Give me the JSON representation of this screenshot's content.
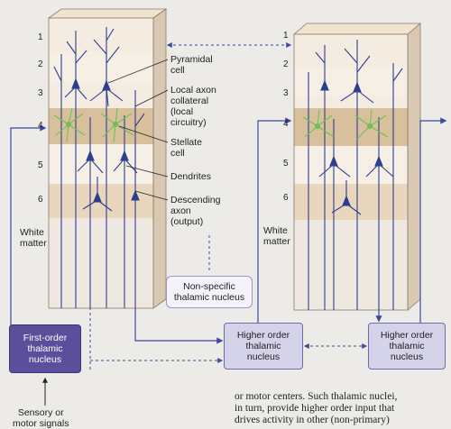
{
  "layers_left": [
    "1",
    "2",
    "3",
    "4",
    "5",
    "6"
  ],
  "layers_right": [
    "1",
    "2",
    "3",
    "4",
    "5",
    "6"
  ],
  "labels": {
    "pyramidal": "Pyramidal\ncell",
    "local_axon": "Local axon\ncollateral\n(local\ncircuitry)",
    "stellate": "Stellate\ncell",
    "dendrites": "Dendrites",
    "descending": "Descending\naxon\n(output)",
    "white_matter_left": "White\nmatter",
    "white_matter_right": "White\nmatter",
    "sensory": "Sensory or\nmotor signals"
  },
  "boxes": {
    "first_order": "First-order\nthalamic\nnucleus",
    "higher_order_1": "Higher order\nthalamic\nnucleus",
    "higher_order_2": "Higher order\nthalamic\nnucleus",
    "non_specific": "Non-specific\nthalamic nucleus"
  },
  "caption": {
    "line1": "or motor centers. Such thalamic nuclei,",
    "line2": "in turn, provide higher order input that",
    "line3": "drives activity in other (non-primary)"
  },
  "colors": {
    "neuron": "#2d3f8f",
    "stellate": "#6fbf55",
    "arrow": "#3b4aa0",
    "first_order_box": "#5a4f9b",
    "higher_order_box": "#d4d3ea",
    "layer_light": "#f4ece0",
    "layer_mid": "#e8d6bd",
    "layer_4": "#d9c09c",
    "white_matter": "#efe8e0"
  }
}
